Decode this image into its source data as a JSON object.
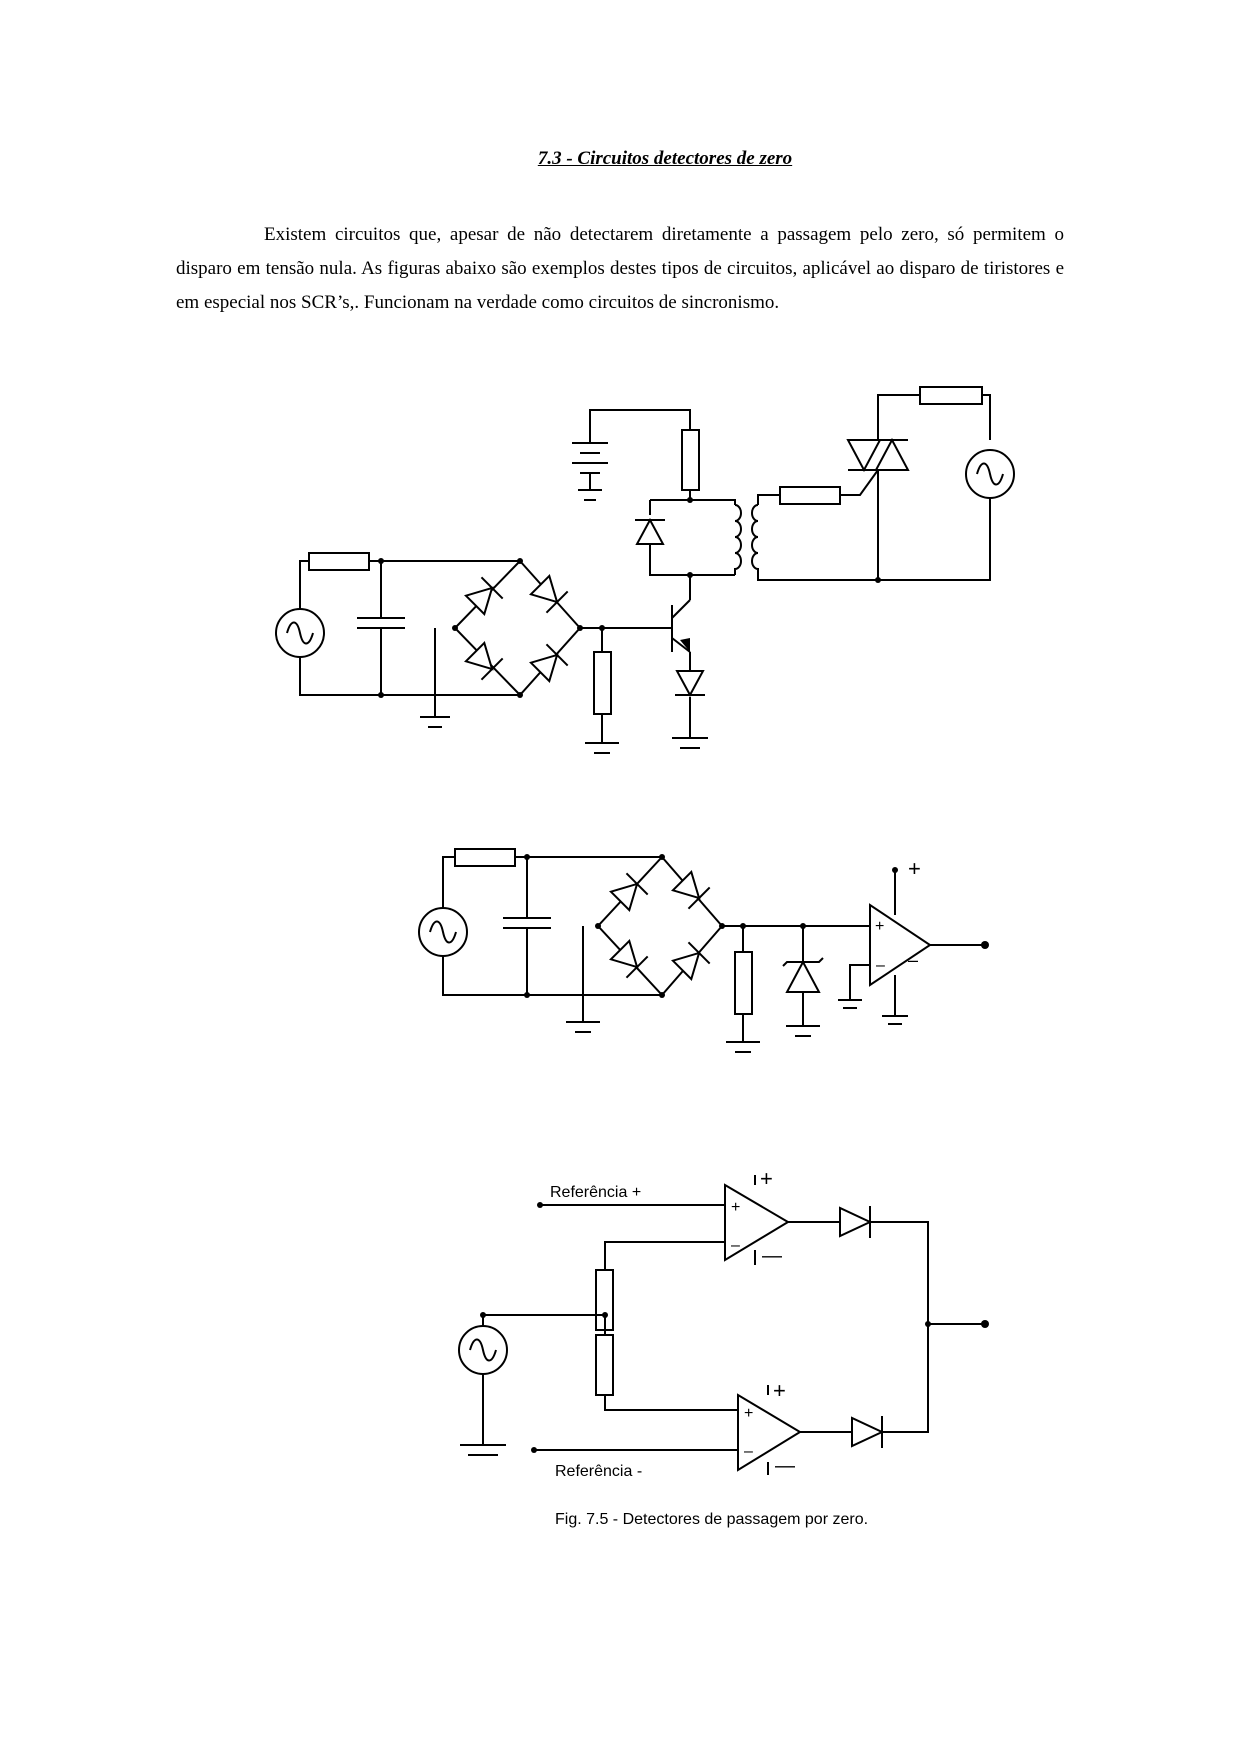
{
  "section": {
    "heading": "7.3 - Circuitos detectores de zero",
    "paragraph": "Existem circuitos que, apesar de  não detectarem diretamente a passagem pelo zero, só permitem o disparo em tensão nula.          As figuras abaixo são exemplos destes tipos de circuitos, aplicável ao disparo de tiristores e em especial nos SCR’s,. Funcionam na verdade como circuitos de sincronismo."
  },
  "figure3": {
    "ref_plus": "Referência +",
    "ref_minus": "Referência -",
    "caption": "Fig. 7.5 - Detectores de passagem por zero."
  },
  "symbols": {
    "plus": "+",
    "minus": "–",
    "plus_big": "+",
    "minus_big": "—"
  }
}
